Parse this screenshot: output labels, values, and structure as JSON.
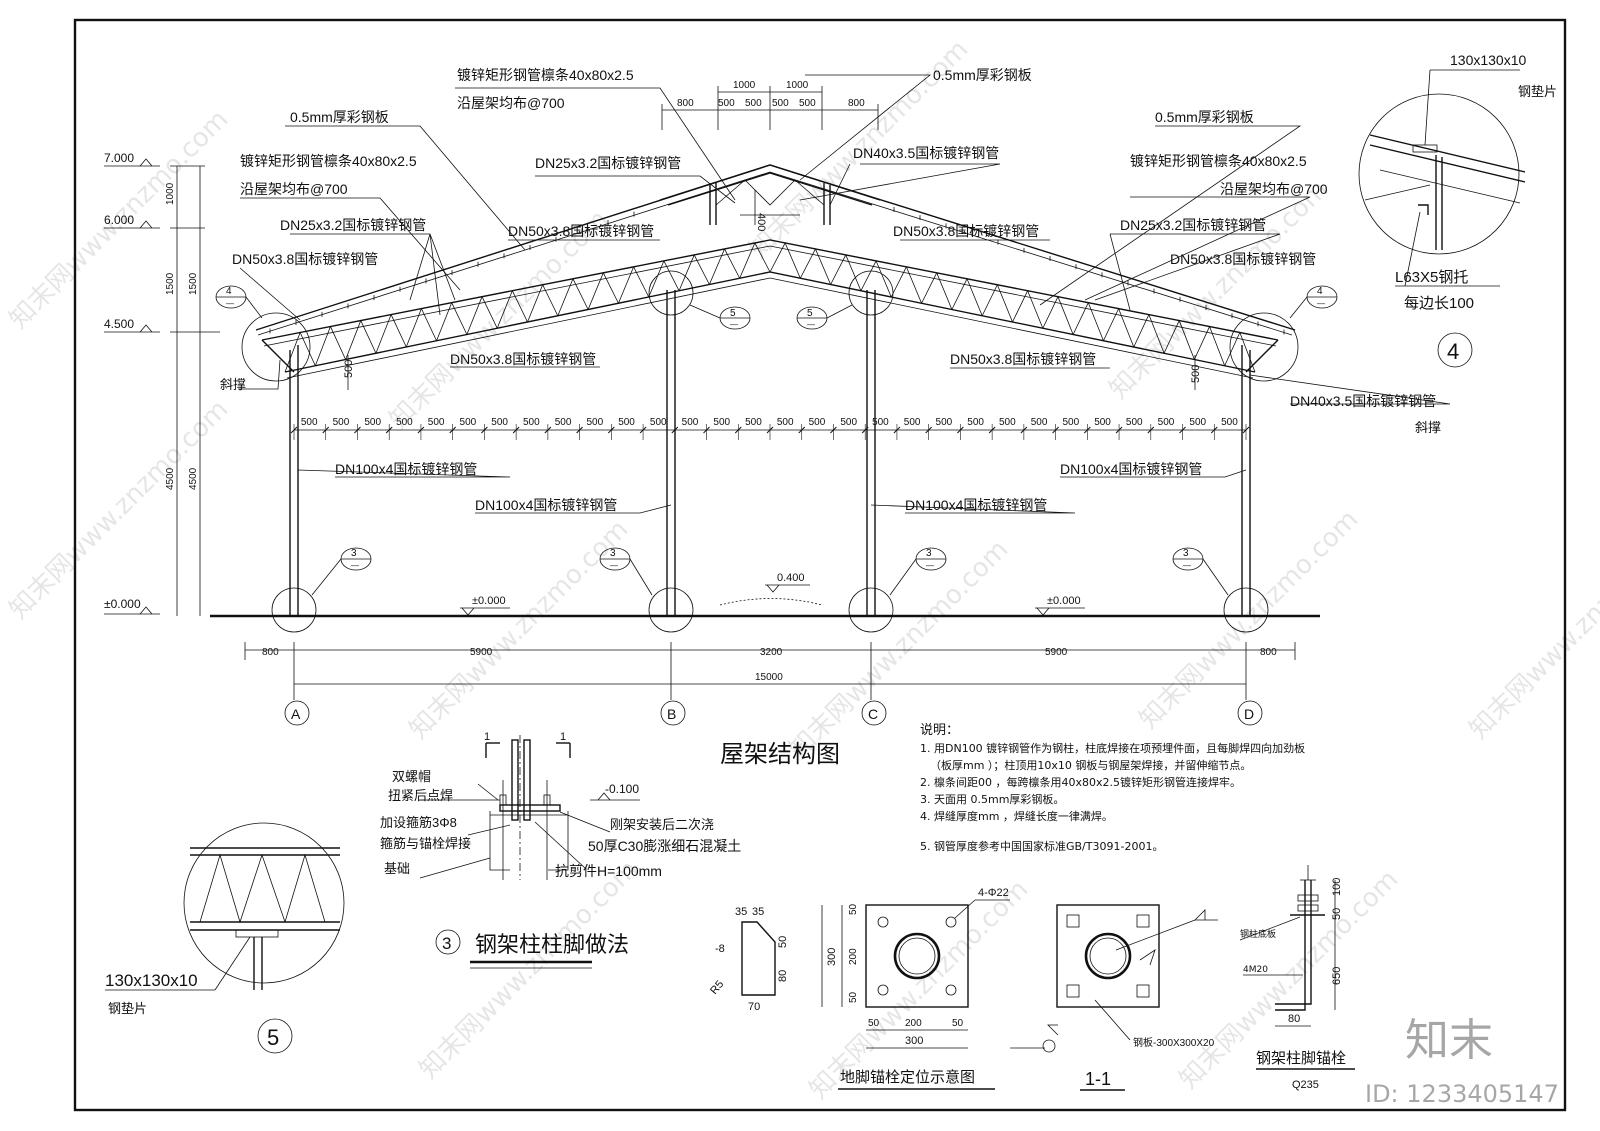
{
  "frame": {
    "stroke": "#111111",
    "background": "#ffffff"
  },
  "elevations": [
    "7.000",
    "6.000",
    "4.500",
    "±0.000"
  ],
  "vertical_dims": {
    "inner": [
      "1000",
      "1500",
      "4500"
    ],
    "outer": [
      "1500",
      "4500"
    ]
  },
  "truss_labels": {
    "skin_left": "0.5mm厚彩钢板",
    "skin_right": "0.5mm厚彩钢板",
    "skin_top": "0.5mm厚彩钢板",
    "purlin_left": "镀锌矩形钢管檩条40x80x2.5",
    "purlin_left_2": "沿屋架均布@700",
    "purlin_right": "镀锌矩形钢管檩条40x80x2.5",
    "purlin_right_2": "沿屋架均布@700",
    "purlin_top": "镀锌矩形钢管檩条40x80x2.5",
    "purlin_top_2": "沿屋架均布@700",
    "dn25_left": "DN25x3.2国标镀锌钢管",
    "dn25_right": "DN25x3.2国标镀锌钢管",
    "dn25_top": "DN25x3.2国标镀锌钢管",
    "dn40_top": "DN40x3.5国标镀锌钢管",
    "dn50_left_a": "DN50x3.8国标镀锌钢管",
    "dn50_left_b": "DN50x3.8国标镀锌钢管",
    "dn50_left_c": "DN50x3.8国标镀锌钢管",
    "dn50_right_a": "DN50x3.8国标镀锌钢管",
    "dn50_right_b": "DN50x3.8国标镀锌钢管",
    "dn50_right_c": "DN50x3.8国标镀锌钢管",
    "dn40_right": "DN40x3.5国标镀锌钢管",
    "brace_left": "斜撑",
    "brace_right": "斜撑",
    "col_a": "DN100x4国标镀锌钢管",
    "col_b": "DN100x4国标镀锌钢管",
    "col_c": "DN100x4国标镀锌钢管",
    "col_d": "DN100x4国标镀锌钢管",
    "depth_left": "500",
    "depth_right": "500",
    "vent_h": "400"
  },
  "top_dims": {
    "row1": [
      "1000",
      "1000"
    ],
    "row2": [
      "800",
      "500",
      "500",
      "500",
      "500",
      "800"
    ]
  },
  "bay_spacing": "500",
  "levels": {
    "ground_l": "±0.000",
    "ground_r": "±0.000",
    "mid": "0.400"
  },
  "horizontal_dims": {
    "row1": [
      "800",
      "5900",
      "3200",
      "5900",
      "800"
    ],
    "total": "15000"
  },
  "axes": [
    "A",
    "B",
    "C",
    "D"
  ],
  "callouts": {
    "n3": "3",
    "n4": "4",
    "n5": "5",
    "dash": "—"
  },
  "title_main": "屋架结构图",
  "notes": {
    "heading": "说明：",
    "l1": "1. 用DN100  镀锌钢管作为钢柱，柱底焊接在项预埋件面，且每脚焊四向加劲板",
    "l2": "（板厚mm ）；柱顶用10x10  钢板与钢屋架焊接，并留伸缩节点。",
    "l3": "2. 檩条间距00   ，每跨檩条用40x80x2.5镀锌矩形钢管连接焊牢。",
    "l4": "3. 天面用 0.5mm厚彩钢板。",
    "l5": "4. 焊缝厚度mm  ，焊缝长度一律满焊。",
    "l6": "5. 钢管厚度参考中国国家标准GB/T3091-2001。"
  },
  "detail4": {
    "plate": "130x130x10",
    "plate2": "钢垫片",
    "angle": "L63X5钢托",
    "angle2": "每边长100",
    "num": "4"
  },
  "detail5": {
    "plate": "130x130x10",
    "plate2": "钢垫片",
    "num": "5"
  },
  "detail3": {
    "sec": "1",
    "cap": "双螺帽",
    "cap2": "扭紧后点焊",
    "rebar": "加设箍筋3Φ8",
    "rebar2": "箍筋与锚栓焊接",
    "found": "基础",
    "lvl": "-0.100",
    "grout": "刚架安装后二次浇",
    "grout2": "50厚C30膨涨细石混凝土",
    "shear": "抗剪件H=100mm",
    "title": "钢架柱柱脚做法",
    "num": "3"
  },
  "stiffener": {
    "d1": "35",
    "d2": "35",
    "t": "-8",
    "h1": "50",
    "h2": "80",
    "r": "R5",
    "w": "70"
  },
  "plan": {
    "title": "地脚锚栓定位示意图",
    "holes": "4-Φ22",
    "v": [
      "50",
      "200",
      "50"
    ],
    "vt": "300",
    "h": [
      "50",
      "200",
      "50"
    ],
    "ht": "300"
  },
  "sec11": {
    "title": "1-1",
    "plate": "钢板-300X300X20"
  },
  "bolt": {
    "title": "钢架柱脚锚栓",
    "sub": "Q235",
    "base": "钢柱底板",
    "size": "4M20",
    "v": [
      "50",
      "100",
      "650"
    ],
    "w": "80"
  },
  "watermark": {
    "site": "知末网www.znzmo.com",
    "logo": "知末",
    "id": "ID: 1233405147"
  }
}
